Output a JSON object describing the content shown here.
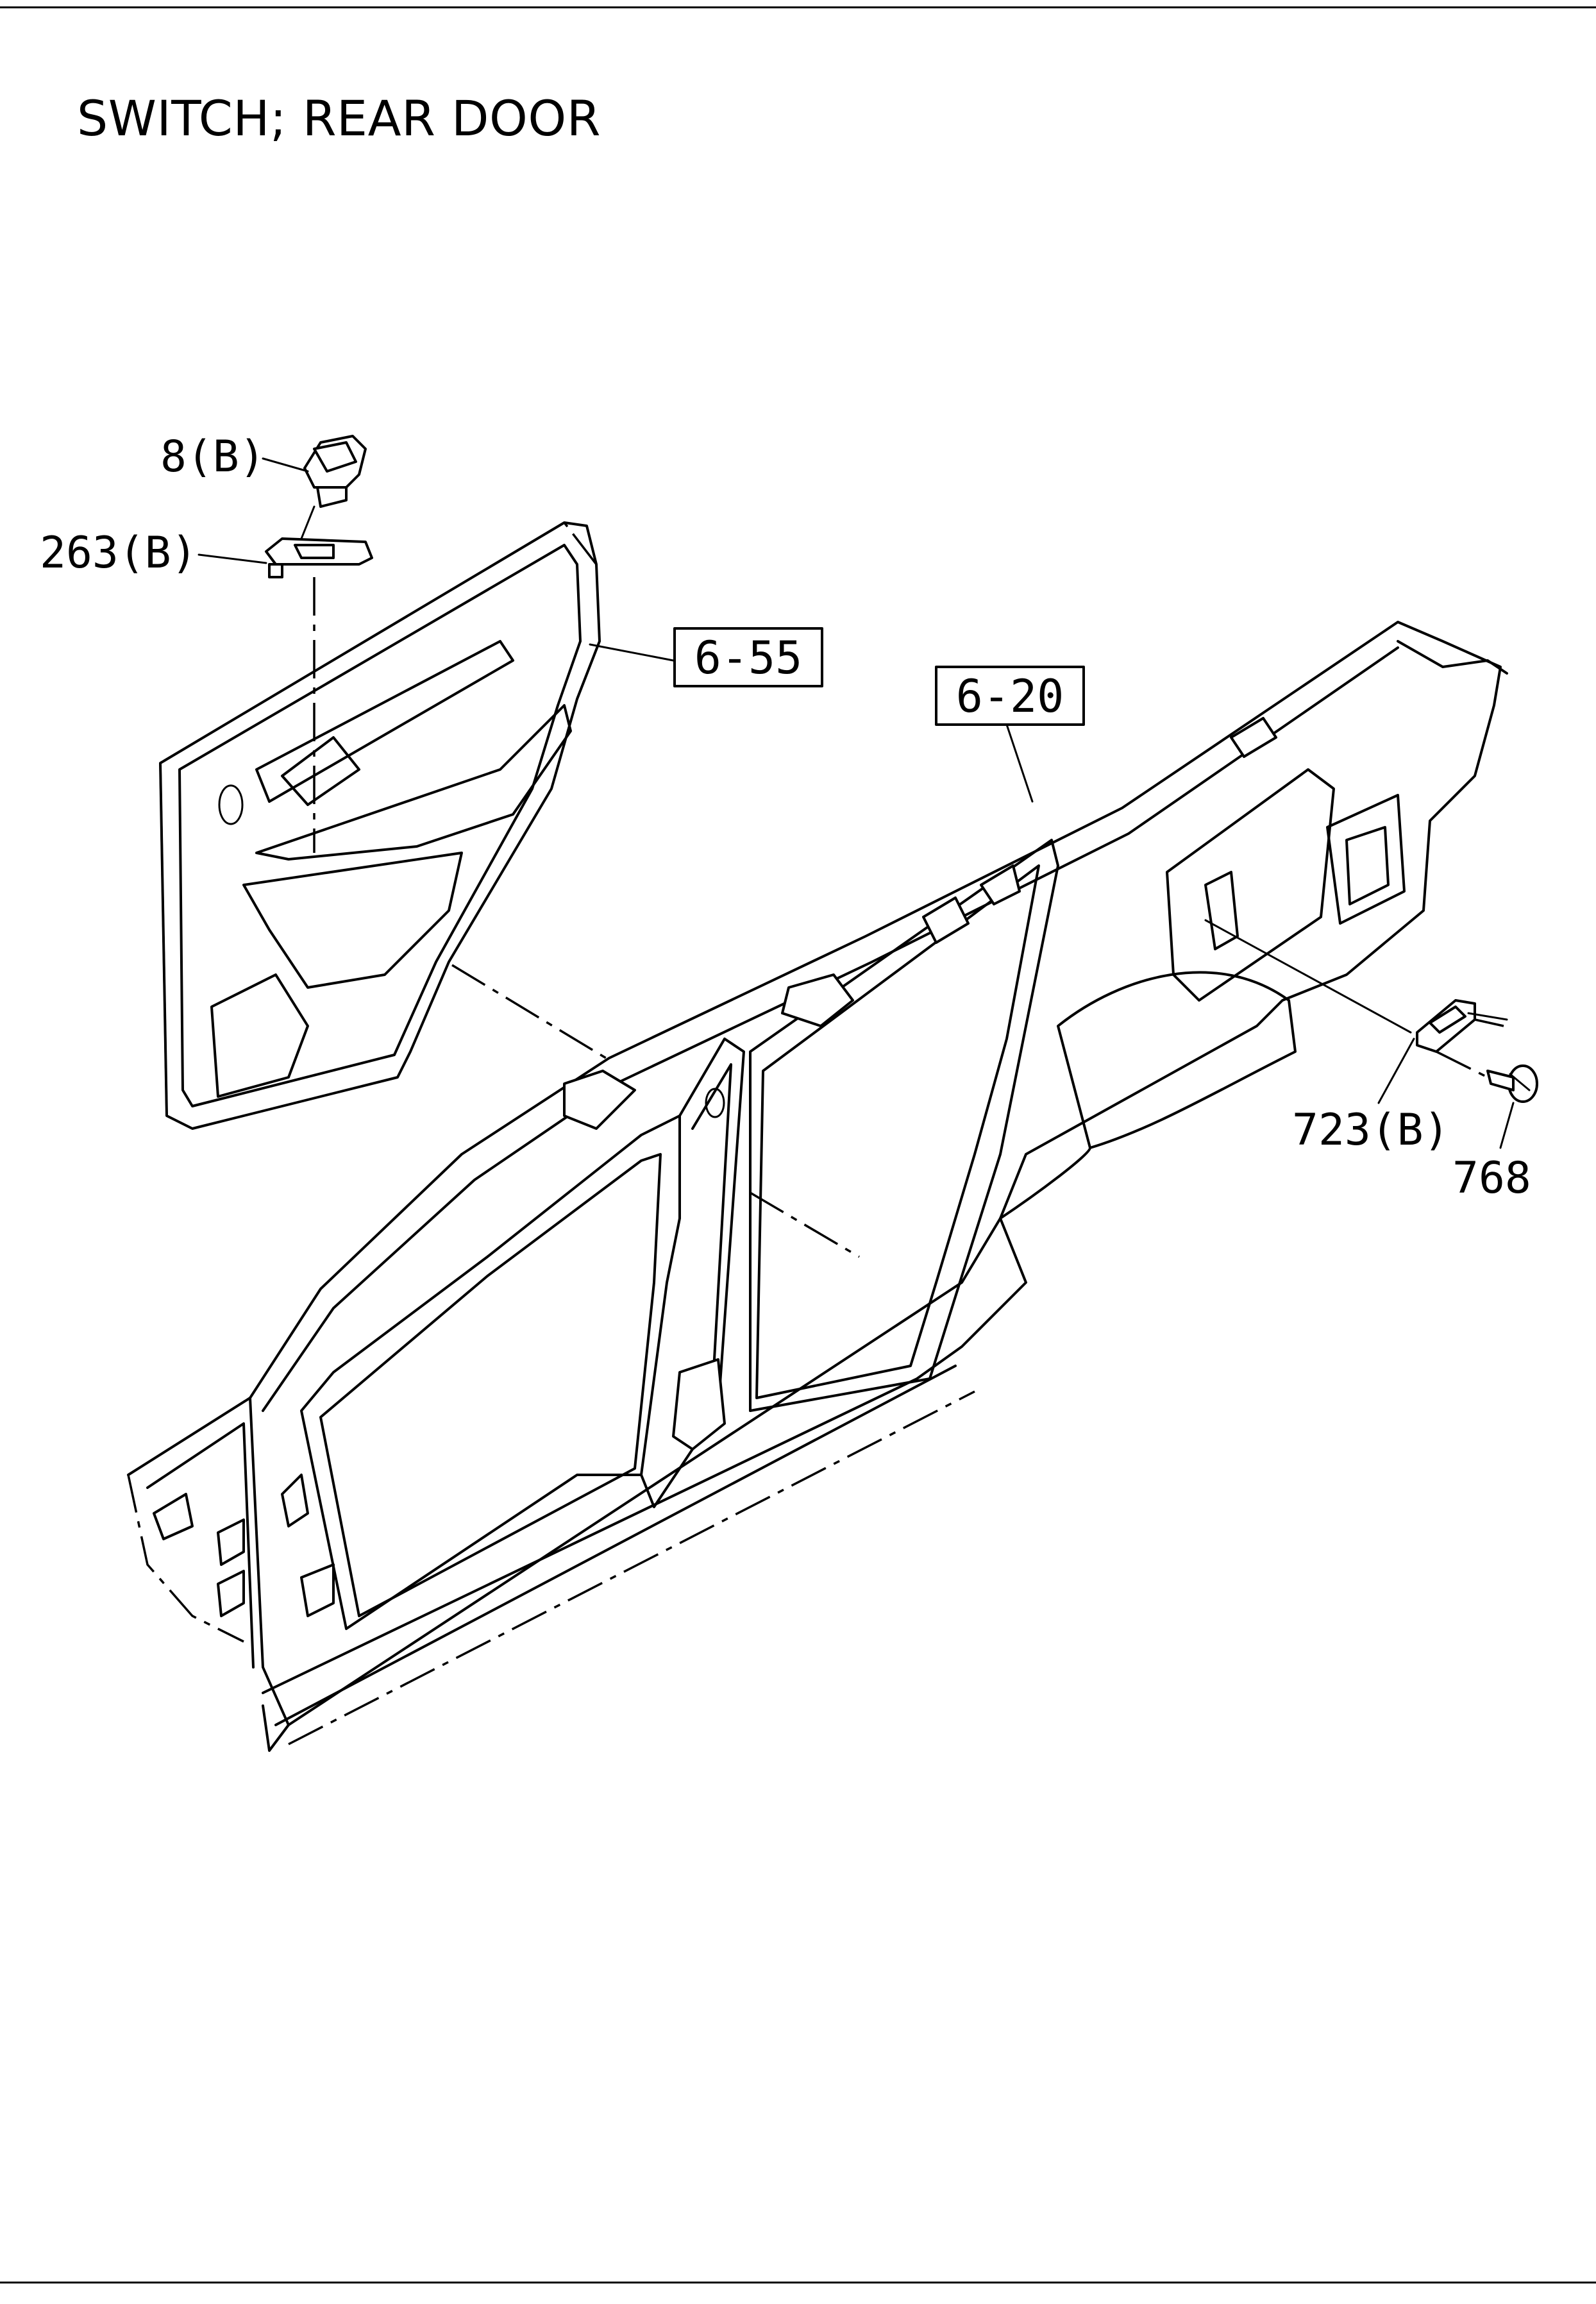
{
  "title": "SWITCH; REAR DOOR",
  "callouts": [
    {
      "id": "8",
      "text": "8(B)"
    },
    {
      "id": "263",
      "text": "263(B)"
    },
    {
      "id": "723",
      "text": "723(B)"
    },
    {
      "id": "768",
      "text": "768"
    }
  ],
  "references": [
    {
      "id": "ref-6-55",
      "text": "6-55"
    },
    {
      "id": "ref-6-20",
      "text": "6-20"
    }
  ]
}
